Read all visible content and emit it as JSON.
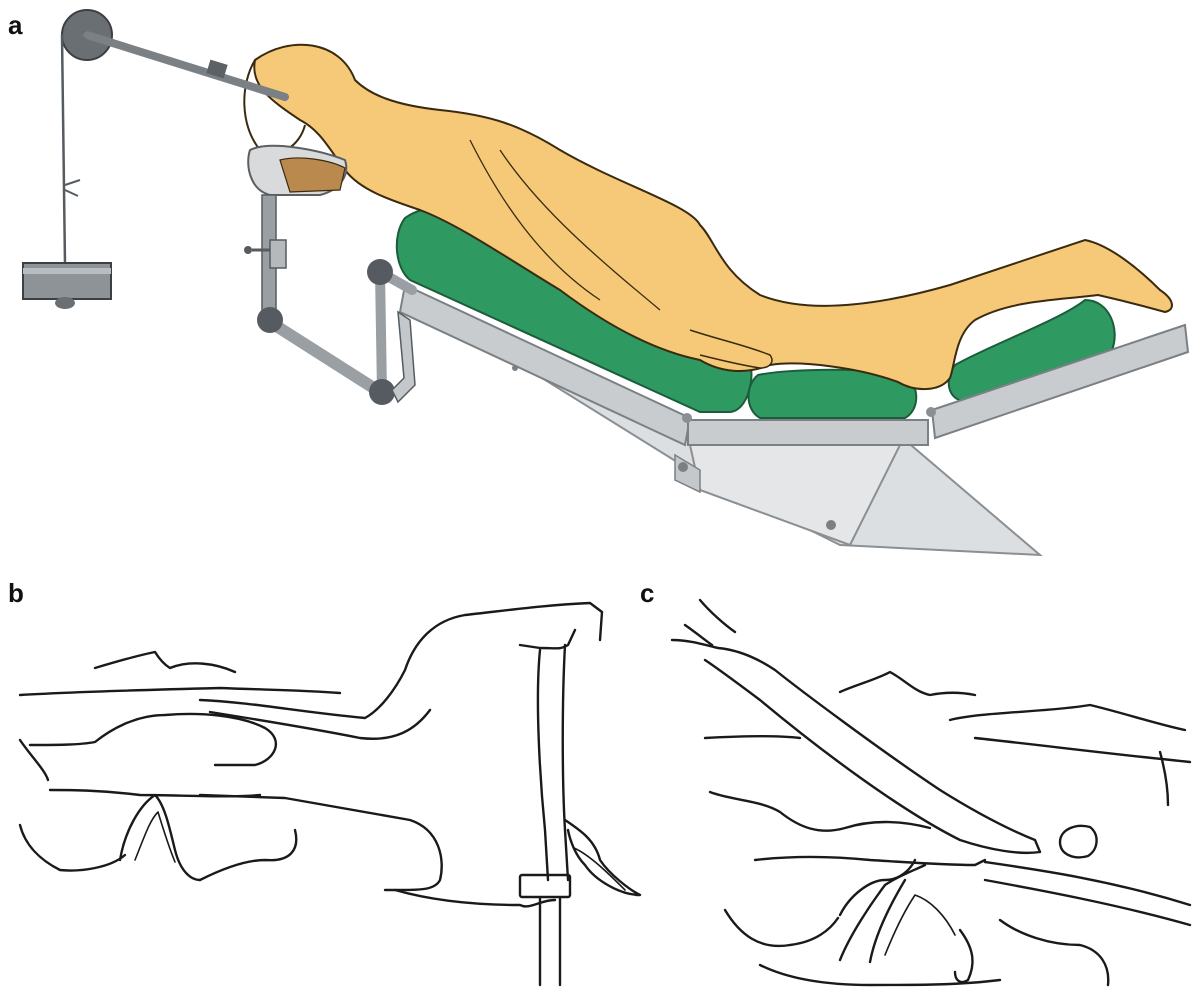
{
  "panels": {
    "a": {
      "label": "a"
    },
    "b": {
      "label": "b"
    },
    "c": {
      "label": "c"
    }
  },
  "colors": {
    "skin": "#f5c978",
    "skin_outline": "#3a2a10",
    "bolster": "#2e9960",
    "bolster_outline": "#1c5c3a",
    "table_top": "#c9ccce",
    "table_frame": "#d9dcde",
    "metal_dark": "#555b60",
    "ink": "#1a1a1a"
  }
}
